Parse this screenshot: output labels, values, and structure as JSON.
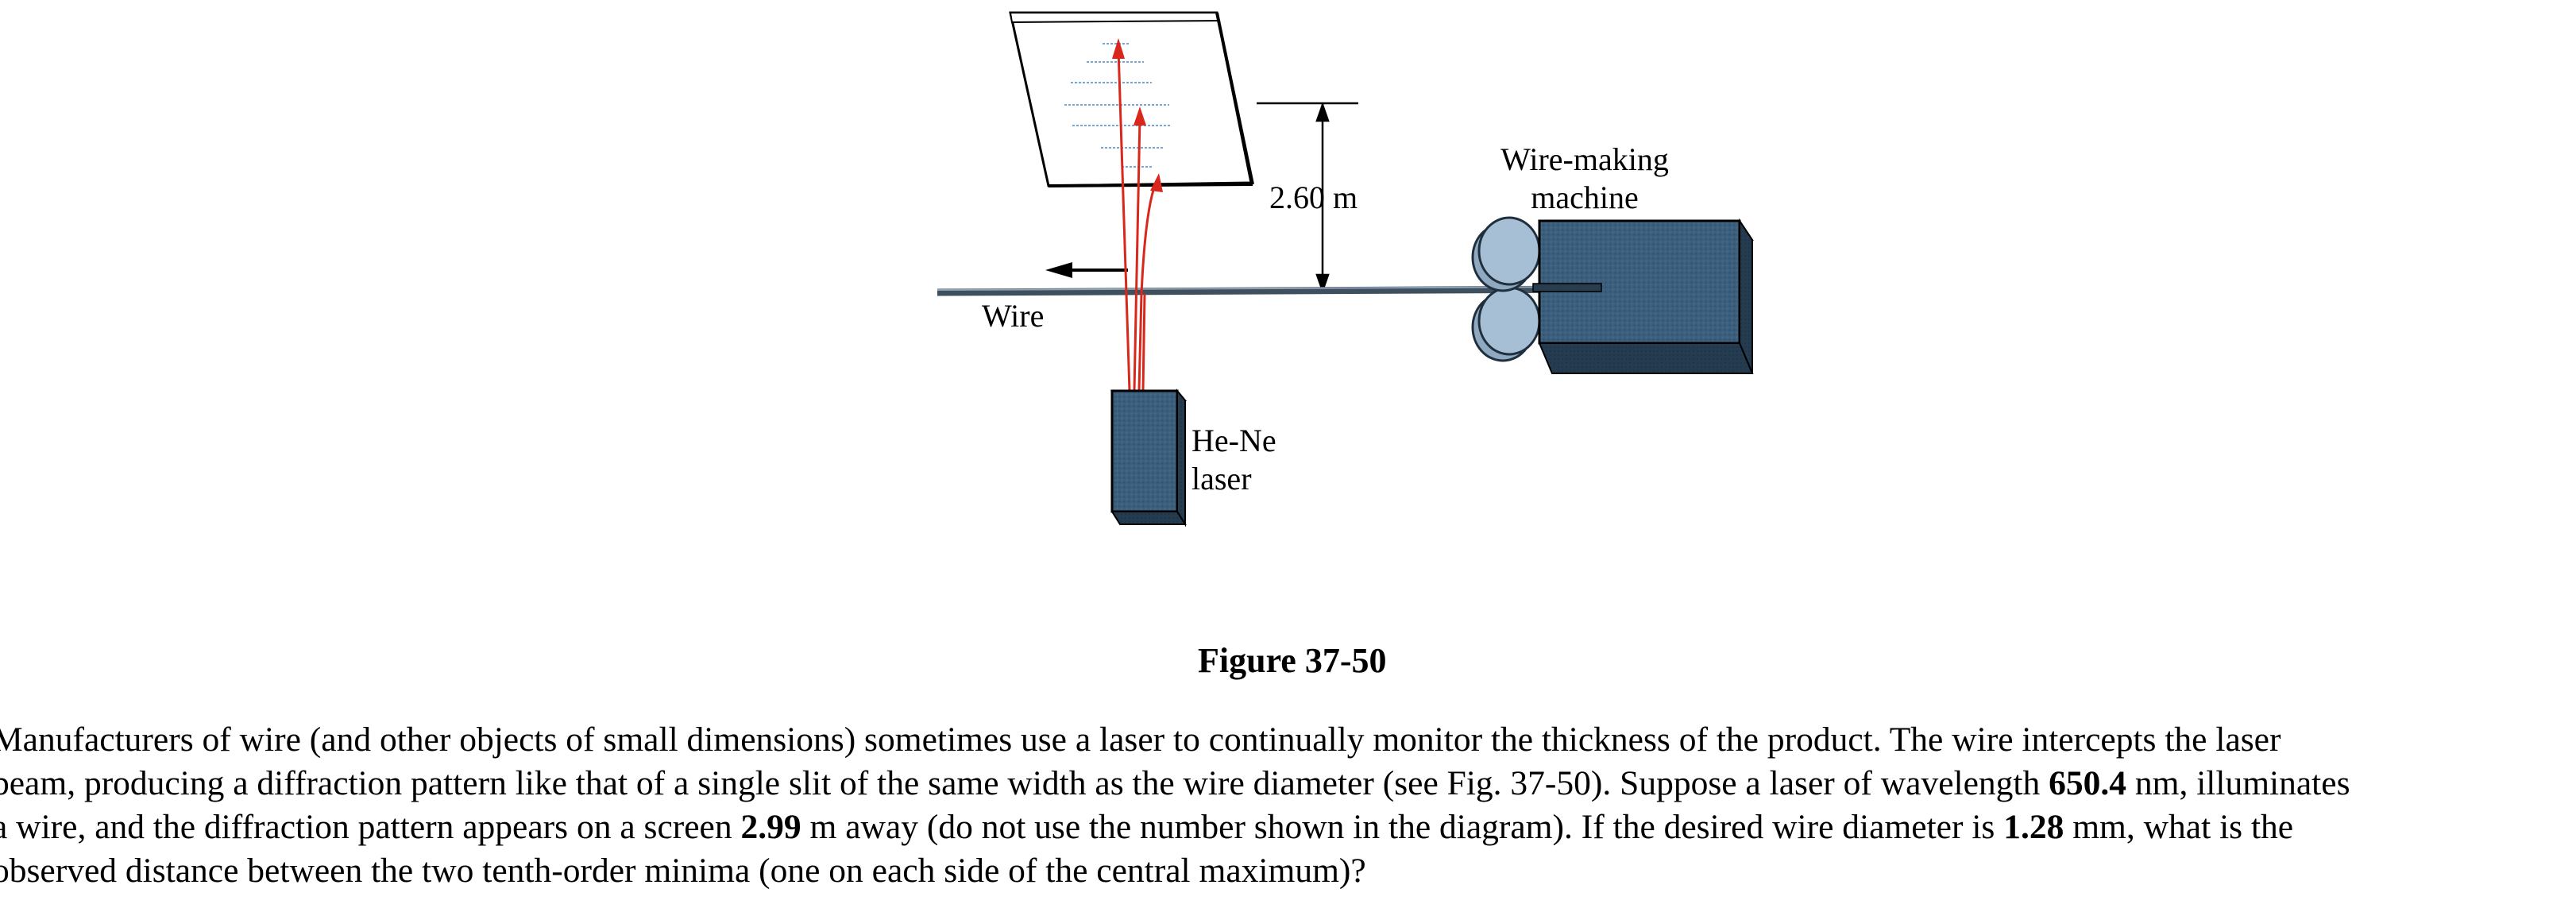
{
  "figure": {
    "distance_label": "2.60 m",
    "wire_label": "Wire",
    "machine_label_line1": "Wire-making",
    "machine_label_line2": "machine",
    "laser_label_line1": "He-Ne",
    "laser_label_line2": "laser",
    "caption": "Figure 37-50"
  },
  "problem": {
    "line1": {
      "text": "Manufacturers of wire (and other objects of small dimensions) sometimes use a laser to continually monitor the thickness of the product. The wire intercepts the laser"
    },
    "line2": {
      "a": "beam, producing a diffraction pattern like that of a single slit of the same width as the wire diameter (see Fig. 37-50). Suppose a laser of wavelength ",
      "wavelength": "650.4",
      "b": " nm, illuminates"
    },
    "line3": {
      "a": "a wire, and the diffraction pattern appears on a screen ",
      "distance": "2.99",
      "b": " m away (do not use the number shown in the diagram). If the desired wire diameter is ",
      "diameter": "1.28",
      "c": " mm, what is the"
    },
    "line4": {
      "text": "observed distance between the two tenth-order minima (one on each side of the central maximum)?"
    }
  },
  "colors": {
    "beam": "#d8281c",
    "machine_body": "#3b5f7c",
    "machine_dark": "#243b50",
    "roller": "#a6bfd4",
    "fringe": "#7aa6d6"
  }
}
